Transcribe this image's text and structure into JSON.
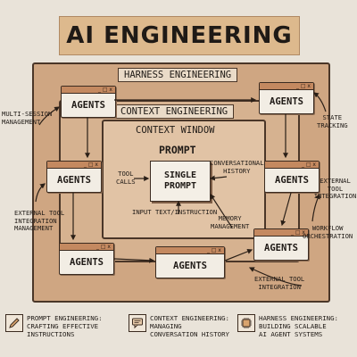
{
  "title": "AI ENGINEERING",
  "frames": {
    "harness": "HARNESS ENGINEERING",
    "context": "CONTEXT ENGINEERING",
    "window": "CONTEXT WINDOW",
    "prompt": "PROMPT"
  },
  "agent_label": "AGENTS",
  "agent_controls": "_ □ x",
  "single_prompt": "SINGLE\nPROMPT",
  "notes": {
    "multi_session": "MULTI-SESSION\nMANAGEMENT",
    "state_tracking": "STATE\nTRACKING",
    "tool_calls": "TOOL\nCALLS",
    "conversational_history": "CONVERSATIONAL\nHISTORY",
    "input_text": "INPUT TEXT/INSTRUCTION",
    "memory_management": "MEMORY\nMANAGEMENT",
    "external_tool_left": "EXTERNAL TOOL\nINTEGRATION\nMANAGEMENT",
    "external_tool_right": "EXTERNAL TOOL\nINTEGRATION",
    "workflow_orchestration": "WORKFLOW\nORCHESTRATION",
    "external_tool_bottom": "EXTERNAL TOOL\nINTEGRATION"
  },
  "legend": [
    {
      "icon": "pencil-icon",
      "text": "PROMPT ENGINEERING:\nCRAFTING EFFECTIVE\nINSTRUCTIONS"
    },
    {
      "icon": "chat-history-icon",
      "text": "CONTEXT ENGINEERING:\nMANAGING\nCONVERSATION HISTORY"
    },
    {
      "icon": "ai-chip-icon",
      "text": "HARNESS ENGINEERING:\nBUILDING SCALABLE\nAI AGENT SYSTEMS"
    }
  ],
  "colors": {
    "background": "#e9e3d9",
    "title_fill": "#ddb98d",
    "harness_fill": "#cfa682",
    "context_fill": "#d6b290",
    "window_fill": "#e1c3a5",
    "agent_bar": "#c48960",
    "ink": "#3b2b20"
  }
}
